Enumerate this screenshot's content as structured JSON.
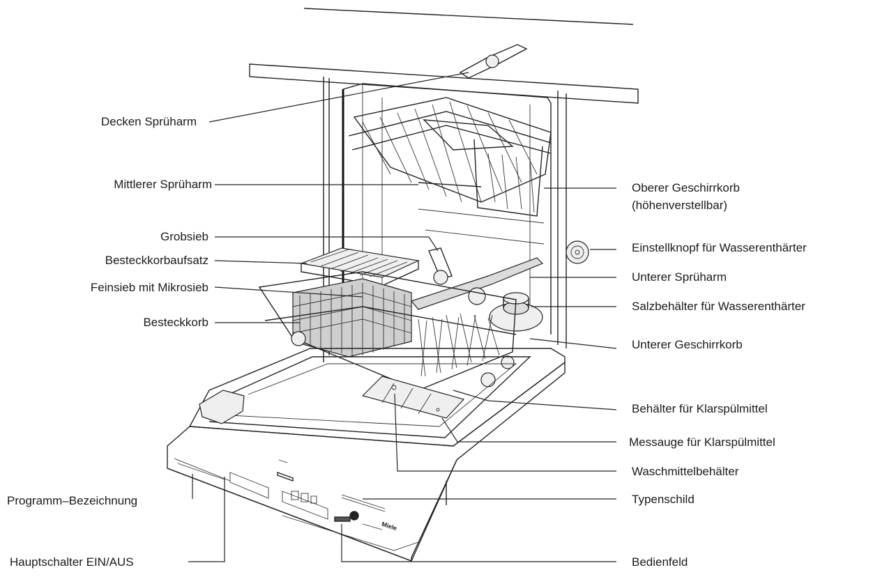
{
  "labels": {
    "decken_spruharm": "Decken Sprüharm",
    "mittlerer_spruharm": "Mittlerer Sprüharm",
    "grobsieb": "Grobsieb",
    "besteckkorbaufsatz": "Besteckkorbaufsatz",
    "feinsieb": "Feinsieb mit Mikrosieb",
    "besteckkorb": "Besteckkorb",
    "programm_bezeichnung": "Programm–Bezeichnung",
    "hauptschalter": "Hauptschalter EIN/AUS",
    "oberer_geschirrkorb_1": "Oberer Geschirrkorb",
    "oberer_geschirrkorb_2": "(höhenverstellbar)",
    "einstellknopf": "Einstellknopf für Wasserenthärter",
    "unterer_spruharm": "Unterer Sprüharm",
    "salzbehalter": "Salzbehälter für Wasserenthärter",
    "unterer_geschirrkorb": "Unterer Geschirrkorb",
    "behalter_klarspulmittel": "Behälter für Klarspülmittel",
    "messauge": "Messauge für Klarspülmittel",
    "waschmittelbehalter": "Waschmittelbehälter",
    "typenschild": "Typenschild",
    "bedienfeld": "Bedienfeld"
  },
  "brand_badge": "Miele"
}
